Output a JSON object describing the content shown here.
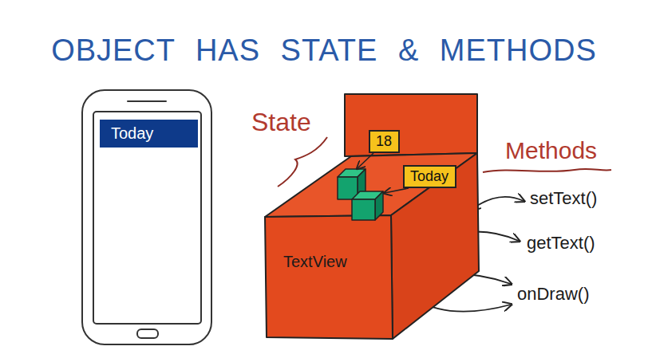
{
  "diagram": {
    "title": "OBJECT HAS STATE & METHODS",
    "nodes": [
      {
        "text": [
          "Today"
        ]
      },
      {
        "text": [
          "TextView"
        ]
      },
      {
        "text": [
          "18"
        ],
        "in": 1
      },
      {
        "text": [
          "Today"
        ],
        "in": 1
      }
    ],
    "labels": [
      "State",
      "Methods",
      "setText()",
      "getText()",
      "onDraw()"
    ]
  }
}
